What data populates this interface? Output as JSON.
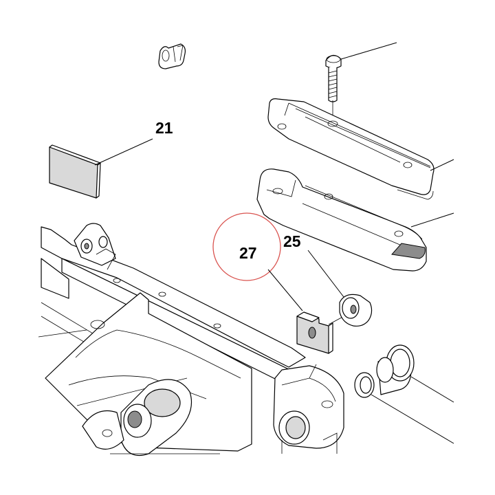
{
  "callouts": {
    "part_21": "21",
    "part_25": "25",
    "part_27": "27"
  },
  "highlight": {
    "color": "#d9534f",
    "target": "27"
  },
  "logo_text": "Ø7"
}
